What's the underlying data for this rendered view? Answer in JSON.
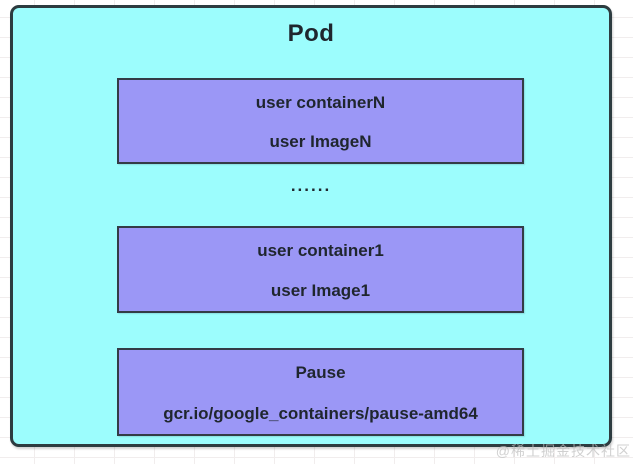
{
  "diagram": {
    "title": "Pod",
    "ellipsis": "......",
    "containers": [
      {
        "name": "user containerN",
        "image": "user ImageN"
      },
      {
        "name": "user container1",
        "image": "user Image1"
      },
      {
        "name": "Pause",
        "image": "gcr.io/google_containers/pause-amd64"
      }
    ],
    "watermark": "@稀土掘金技术社区"
  },
  "colors": {
    "pod-fill": "#9CFDFD",
    "pod-border": "#2D3C40",
    "container-fill": "#9B97F6",
    "container-border": "#333C46",
    "text": "#1F262E",
    "grid-line": "#F1EDED",
    "watermark": "#BFBFBF"
  }
}
